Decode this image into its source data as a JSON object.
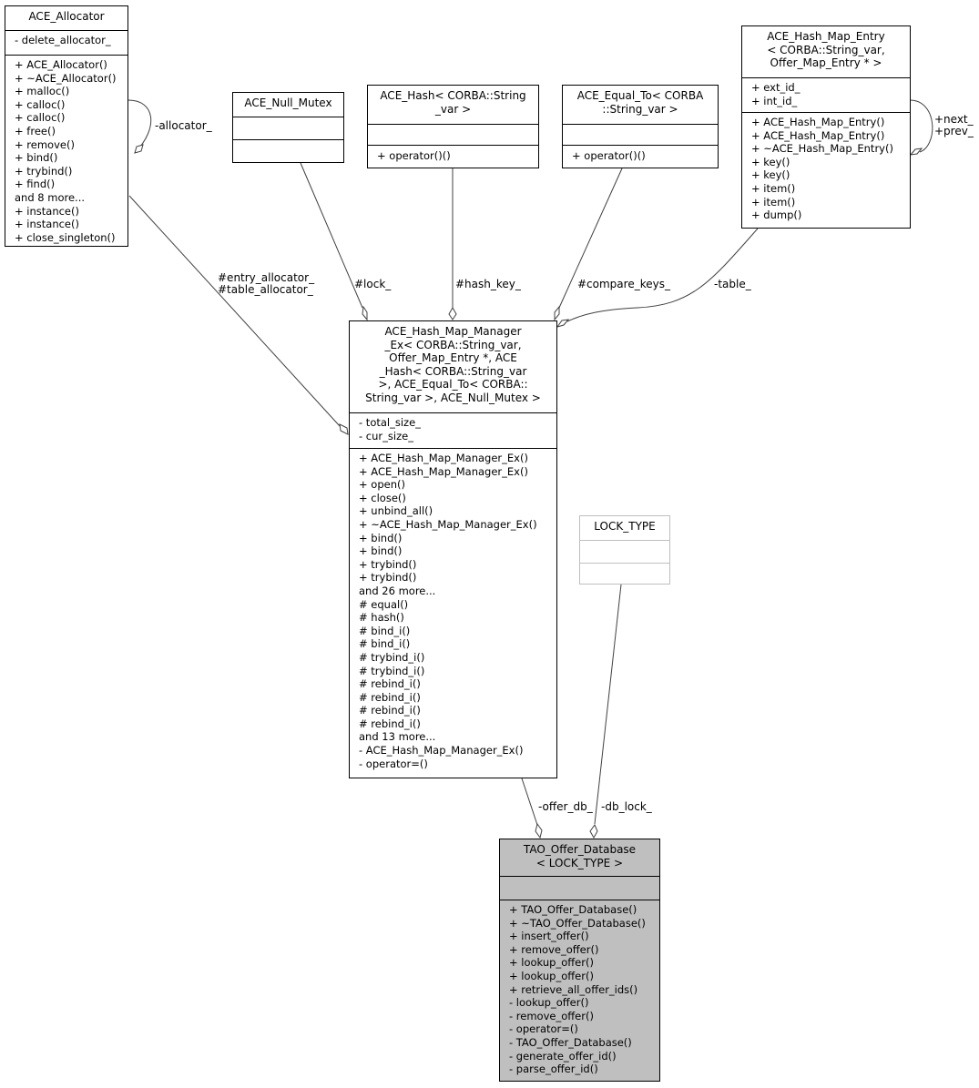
{
  "classes": {
    "ace_allocator": {
      "title": "ACE_Allocator",
      "attributes": [
        "- delete_allocator_"
      ],
      "methods": [
        "+ ACE_Allocator()",
        "+ ~ACE_Allocator()",
        "+ malloc()",
        "+ calloc()",
        "+ calloc()",
        "+ free()",
        "+ remove()",
        "+ bind()",
        "+ trybind()",
        "+ find()",
        "and 8 more...",
        "+ instance()",
        "+ instance()",
        "+ close_singleton()"
      ]
    },
    "ace_null_mutex": {
      "title": "ACE_Null_Mutex",
      "attributes": [],
      "methods": []
    },
    "ace_hash": {
      "title": "ACE_Hash< CORBA::String\n_var >",
      "attributes": [],
      "methods": [
        "+ operator()()"
      ]
    },
    "ace_equal_to": {
      "title": "ACE_Equal_To< CORBA\n::String_var >",
      "attributes": [],
      "methods": [
        "+ operator()()"
      ]
    },
    "ace_hash_map_entry": {
      "title": "ACE_Hash_Map_Entry\n< CORBA::String_var,\n Offer_Map_Entry * >",
      "attributes": [
        "+ ext_id_",
        "+ int_id_"
      ],
      "methods": [
        "+ ACE_Hash_Map_Entry()",
        "+ ACE_Hash_Map_Entry()",
        "+ ~ACE_Hash_Map_Entry()",
        "+ key()",
        "+ key()",
        "+ item()",
        "+ item()",
        "+ dump()"
      ]
    },
    "ace_hash_map_manager": {
      "title": "ACE_Hash_Map_Manager\n_Ex< CORBA::String_var,\n Offer_Map_Entry *, ACE\n_Hash< CORBA::String_var\n >, ACE_Equal_To< CORBA::\nString_var >, ACE_Null_Mutex >",
      "attributes": [
        "- total_size_",
        "- cur_size_"
      ],
      "methods": [
        "+ ACE_Hash_Map_Manager_Ex()",
        "+ ACE_Hash_Map_Manager_Ex()",
        "+ open()",
        "+ close()",
        "+ unbind_all()",
        "+ ~ACE_Hash_Map_Manager_Ex()",
        "+ bind()",
        "+ bind()",
        "+ trybind()",
        "+ trybind()",
        "and 26 more...",
        "# equal()",
        "# hash()",
        "# bind_i()",
        "# bind_i()",
        "# trybind_i()",
        "# trybind_i()",
        "# rebind_i()",
        "# rebind_i()",
        "# rebind_i()",
        "# rebind_i()",
        "and 13 more...",
        "- ACE_Hash_Map_Manager_Ex()",
        "- operator=()"
      ]
    },
    "lock_type": {
      "title": "LOCK_TYPE",
      "attributes": [],
      "methods": []
    },
    "tao_offer_database": {
      "title": "TAO_Offer_Database\n< LOCK_TYPE >",
      "attributes": [],
      "methods": [
        "+ TAO_Offer_Database()",
        "+ ~TAO_Offer_Database()",
        "+ insert_offer()",
        "+ remove_offer()",
        "+ lookup_offer()",
        "+ lookup_offer()",
        "+ retrieve_all_offer_ids()",
        "- lookup_offer()",
        "- remove_offer()",
        "- operator=()",
        "- TAO_Offer_Database()",
        "- generate_offer_id()",
        "- parse_offer_id()"
      ]
    }
  },
  "edge_labels": {
    "allocator_self": "-allocator_",
    "entry_table_allocator": "#entry_allocator_\n#table_allocator_",
    "lock": "#lock_",
    "hash_key": "#hash_key_",
    "compare_keys": "#compare_keys_",
    "table": "-table_",
    "entry_self": "+next_\n+prev_",
    "offer_db": "-offer_db_",
    "db_lock": "-db_lock_"
  }
}
